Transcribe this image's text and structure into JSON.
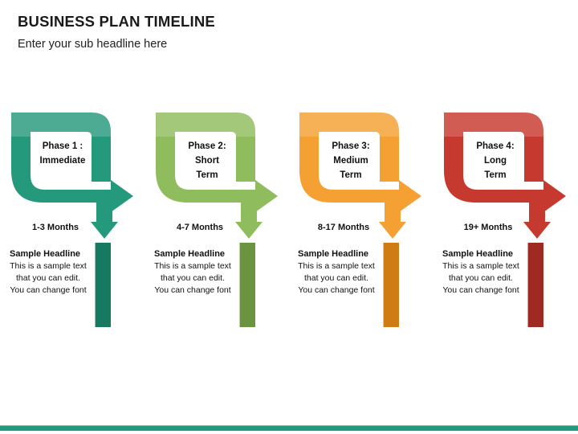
{
  "header": {
    "title": "BUSINESS PLAN TIMELINE",
    "subtitle": "Enter your sub headline here"
  },
  "theme": {
    "accent": "#25997b",
    "bottom_bar": "#25997b",
    "text": "#111111",
    "background": "#ffffff"
  },
  "phases": [
    {
      "label_line1": "Phase 1 :",
      "label_line2": "Immediate",
      "months": "1-3 Months",
      "headline": "Sample Headline",
      "body_line1": "This is a sample text",
      "body_line2": "that you can edit.",
      "body_line3": "You can change font",
      "color": "#25997b",
      "stem_color": "#17795f"
    },
    {
      "label_line1": "Phase 2:",
      "label_line2": "Short",
      "label_line3": "Term",
      "months": "4-7 Months",
      "headline": "Sample Headline",
      "body_line1": "This is a sample text",
      "body_line2": "that you can edit.",
      "body_line3": "You can change font",
      "color": "#8fbc5c",
      "stem_color": "#6b9440"
    },
    {
      "label_line1": "Phase 3:",
      "label_line2": "Medium",
      "label_line3": "Term",
      "months": "8-17 Months",
      "headline": "Sample Headline",
      "body_line1": "This is a sample text",
      "body_line2": "that you can edit.",
      "body_line3": "You can change font",
      "color": "#f5a033",
      "stem_color": "#ce7c13"
    },
    {
      "label_line1": "Phase 4:",
      "label_line2": "Long",
      "label_line3": "Term",
      "months": "19+ Months",
      "headline": "Sample Headline",
      "body_line1": "This is a sample text",
      "body_line2": "that you can edit.",
      "body_line3": "You can change font",
      "color": "#c6392e",
      "stem_color": "#9e2a22"
    }
  ]
}
